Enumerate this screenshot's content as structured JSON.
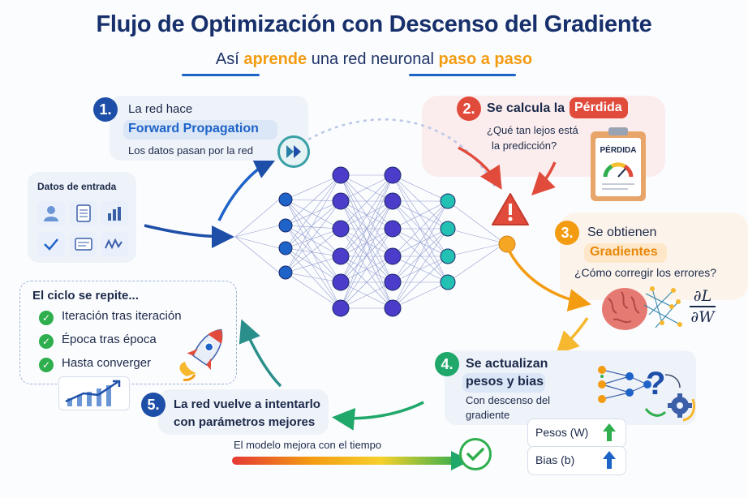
{
  "header": {
    "title": "Flujo de Optimización con Descenso del Gradiente",
    "subtitle_pre": "Así ",
    "subtitle_hl1": "aprende",
    "subtitle_mid": " una red neuronal ",
    "subtitle_hl2": "paso a paso"
  },
  "step1": {
    "num": "1.",
    "line1": "La red hace",
    "highlight": "Forward Propagation",
    "line3": "Los datos pasan por la red"
  },
  "step2": {
    "num": "2.",
    "line1": "Se calcula la",
    "badge": "Pérdida",
    "q1": "¿Qué tan lejos está",
    "q2": "la predicción?",
    "clipboard_label": "PÉRDIDA"
  },
  "step3": {
    "num": "3.",
    "line1": "Se obtienen",
    "highlight": "Gradientes",
    "q": "¿Cómo corregir los errores?",
    "formula_num": "∂L",
    "formula_den": "∂W"
  },
  "step4": {
    "num": "4.",
    "line1": "Se actualizan",
    "line2": "pesos y bias",
    "desc1": "Con descenso del",
    "desc2": "gradiente",
    "weights_label": "Pesos (W)",
    "bias_label": "Bias (b)"
  },
  "step5": {
    "num": "5.",
    "line1": "La red vuelve a intentarlo",
    "line2": "con parámetros mejores"
  },
  "input": {
    "title": "Datos de entrada"
  },
  "cycle": {
    "title": "El ciclo se repite...",
    "items": [
      "Iteración tras iteración",
      "Época tras época",
      "Hasta converger"
    ]
  },
  "progress": {
    "label": "El modelo mejora con el tiempo"
  },
  "colors": {
    "navy": "#17306b",
    "blue": "#1e63c8",
    "orange": "#f39c12",
    "red": "#e14b3c",
    "green": "#2eae4d",
    "purple": "#4b3cc9",
    "teal": "#22c1b4"
  }
}
